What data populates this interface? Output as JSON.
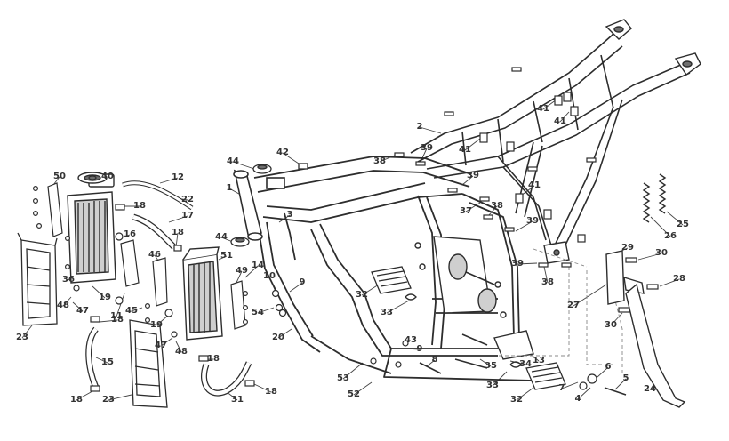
{
  "diagram": {
    "colors": {
      "line": "#2d2d2d",
      "fill": "#ffffff",
      "shade": "#cfcfcf",
      "dark": "#6e6e6e",
      "leader": "#444444",
      "dashed": "#888888",
      "text": "#333333"
    },
    "callouts": [
      {
        "text": "1"
      },
      {
        "text": "2"
      },
      {
        "text": "3"
      },
      {
        "text": "4"
      },
      {
        "text": "5"
      },
      {
        "text": "6"
      },
      {
        "text": "7"
      },
      {
        "text": "8"
      },
      {
        "text": "9"
      },
      {
        "text": "9"
      },
      {
        "text": "10"
      },
      {
        "text": "11"
      },
      {
        "text": "12"
      },
      {
        "text": "13"
      },
      {
        "text": "14"
      },
      {
        "text": "15"
      },
      {
        "text": "16"
      },
      {
        "text": "17"
      },
      {
        "text": "18"
      },
      {
        "text": "18"
      },
      {
        "text": "18"
      },
      {
        "text": "18"
      },
      {
        "text": "18"
      },
      {
        "text": "18"
      },
      {
        "text": "19"
      },
      {
        "text": "19"
      },
      {
        "text": "20"
      },
      {
        "text": "22"
      },
      {
        "text": "23"
      },
      {
        "text": "23"
      },
      {
        "text": "24"
      },
      {
        "text": "25"
      },
      {
        "text": "26"
      },
      {
        "text": "27"
      },
      {
        "text": "28"
      },
      {
        "text": "29"
      },
      {
        "text": "30"
      },
      {
        "text": "30"
      },
      {
        "text": "31"
      },
      {
        "text": "32"
      },
      {
        "text": "32"
      },
      {
        "text": "33"
      },
      {
        "text": "33"
      },
      {
        "text": "34"
      },
      {
        "text": "35"
      },
      {
        "text": "36"
      },
      {
        "text": "37"
      },
      {
        "text": "38"
      },
      {
        "text": "38"
      },
      {
        "text": "38"
      },
      {
        "text": "39"
      },
      {
        "text": "39"
      },
      {
        "text": "39"
      },
      {
        "text": "39"
      },
      {
        "text": "40"
      },
      {
        "text": "41"
      },
      {
        "text": "41"
      },
      {
        "text": "41"
      },
      {
        "text": "41"
      },
      {
        "text": "42"
      },
      {
        "text": "43"
      },
      {
        "text": "44"
      },
      {
        "text": "44"
      },
      {
        "text": "45"
      },
      {
        "text": "46"
      },
      {
        "text": "47"
      },
      {
        "text": "47"
      },
      {
        "text": "48"
      },
      {
        "text": "48"
      },
      {
        "text": "49"
      },
      {
        "text": "50"
      },
      {
        "text": "51"
      },
      {
        "text": "52"
      },
      {
        "text": "53"
      },
      {
        "text": "54"
      }
    ]
  }
}
